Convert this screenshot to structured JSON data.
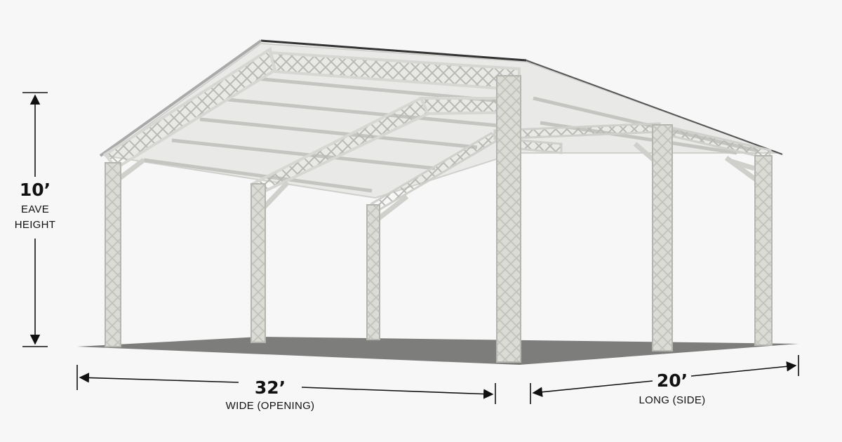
{
  "dimensions": {
    "height": {
      "value": "10’",
      "label_line1": "EAVE",
      "label_line2": "HEIGHT"
    },
    "width": {
      "value": "32’",
      "label": "WIDE (OPENING)"
    },
    "length": {
      "value": "20’",
      "label": "LONG (SIDE)"
    }
  },
  "colors": {
    "background": "#f7f7f7",
    "frame": "#dcdcd6",
    "frame_shadow": "#a9a9a4",
    "roof_underside": "#ececec",
    "ground": "#7d7d7b",
    "dimension_line": "#111111"
  },
  "icons": {
    "structure": "metal-carport-truss-frame-icon",
    "arrows": "dimension-arrow-icon"
  }
}
